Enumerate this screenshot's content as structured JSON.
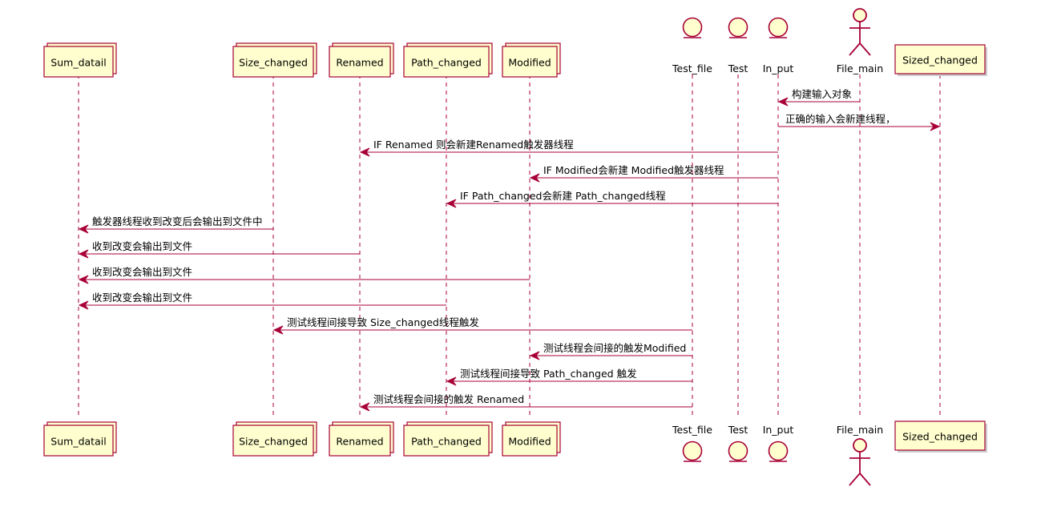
{
  "colors": {
    "line": "#A80036",
    "box_fill": "#FEFECE",
    "text": "#000000"
  },
  "participants": [
    {
      "id": "sum",
      "label": "Sum_datail",
      "kind": "participant"
    },
    {
      "id": "size",
      "label": "Size_changed",
      "kind": "participant"
    },
    {
      "id": "renamed",
      "label": "Renamed",
      "kind": "participant"
    },
    {
      "id": "path",
      "label": "Path_changed",
      "kind": "participant"
    },
    {
      "id": "modified",
      "label": "Modified",
      "kind": "participant"
    },
    {
      "id": "testfile",
      "label": "Test_file",
      "kind": "entity"
    },
    {
      "id": "test",
      "label": "Test",
      "kind": "entity"
    },
    {
      "id": "input",
      "label": "In_put",
      "kind": "entity"
    },
    {
      "id": "filemain",
      "label": "File_main",
      "kind": "actor"
    },
    {
      "id": "sized",
      "label": "Sized_changed",
      "kind": "box"
    }
  ],
  "messages": [
    {
      "from": "filemain",
      "to": "input",
      "label": "构建输入对象"
    },
    {
      "from": "input",
      "to": "sized",
      "label": "正确的输入会新建线程，"
    },
    {
      "from": "input",
      "to": "renamed",
      "label": "IF Renamed 则会新建Renamed触发器线程"
    },
    {
      "from": "input",
      "to": "modified",
      "label": "IF Modified会新建 Modified触发器线程"
    },
    {
      "from": "input",
      "to": "path",
      "label": "IF Path_changed会新建 Path_changed线程"
    },
    {
      "from": "size",
      "to": "sum",
      "label": "触发器线程收到改变后会输出到文件中"
    },
    {
      "from": "renamed",
      "to": "sum",
      "label": "收到改变会输出到文件"
    },
    {
      "from": "modified",
      "to": "sum",
      "label": "收到改变会输出到文件"
    },
    {
      "from": "path",
      "to": "sum",
      "label": "收到改变会输出到文件"
    },
    {
      "from": "testfile",
      "to": "size",
      "label": "测试线程间接导致 Size_changed线程触发"
    },
    {
      "from": "testfile",
      "to": "modified",
      "label": "测试线程会间接的触发Modified"
    },
    {
      "from": "testfile",
      "to": "path",
      "label": "测试线程间接导致 Path_changed 触发"
    },
    {
      "from": "testfile",
      "to": "renamed",
      "label": "测试线程会间接的触发 Renamed"
    }
  ]
}
